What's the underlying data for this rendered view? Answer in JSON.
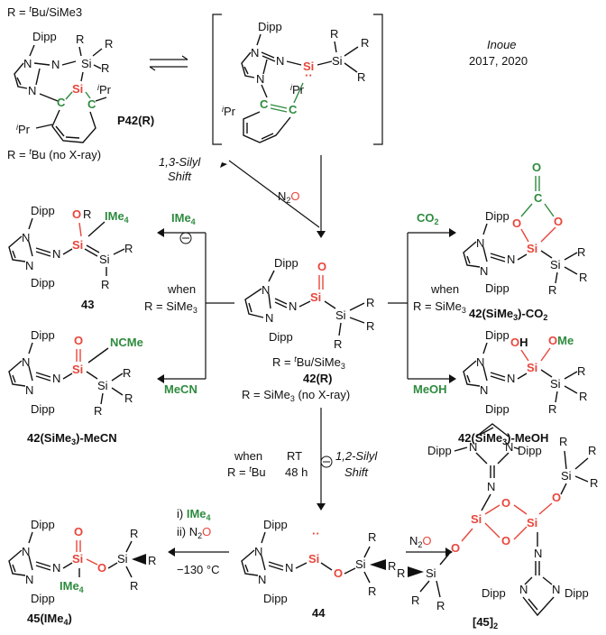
{
  "header": {
    "r_def_top": "R = ",
    "r_def_top_sup": "t",
    "r_def_top_rest": "Bu/SiMe3",
    "credit_name": "Inoue",
    "credit_years": "2017, 2020",
    "r_def_bottom": "R = ",
    "r_def_bottom_sup": "t",
    "r_def_bottom_rest": "Bu (no X-ray)"
  },
  "compounds": {
    "p42": "P42(R)",
    "c42": "42(R)",
    "c42_r1": "R = tBu/SiMe3",
    "c42_r2": "R = SiMe3 (no X-ray)",
    "c43": "43",
    "c42co2": "42(SiMe3)-CO2",
    "c42mecn": "42(SiMe3)-MeCN",
    "c42meoh": "42(SiMe3)-MeOH",
    "c44": "44",
    "c45": "45(IMe4)",
    "c45dimer": "[45]2"
  },
  "reagents": {
    "n2o": "N2O",
    "co2": "CO2",
    "ime4": "IMe4",
    "mecn": "MeCN",
    "meoh": "MeOH",
    "ncme": "NCMe",
    "ome": "OMe",
    "oh": "OH",
    "step_i": "i) IMe4",
    "step_ii": "ii) N2O",
    "temp": "−130 °C"
  },
  "conditions": {
    "silyl13_a": "1,3-Silyl",
    "silyl13_b": "Shift",
    "silyl12_a": "1,2-Silyl",
    "silyl12_b": "Shift",
    "when": "when",
    "r_sime3": "R = SiMe3",
    "r_tbu": "R = tBu",
    "rt": "RT",
    "time": "48 h"
  },
  "atoms": {
    "dipp": "Dipp",
    "n": "N",
    "si": "Si",
    "o": "O",
    "c": "C",
    "r": "R",
    "ipr": "iPr"
  }
}
